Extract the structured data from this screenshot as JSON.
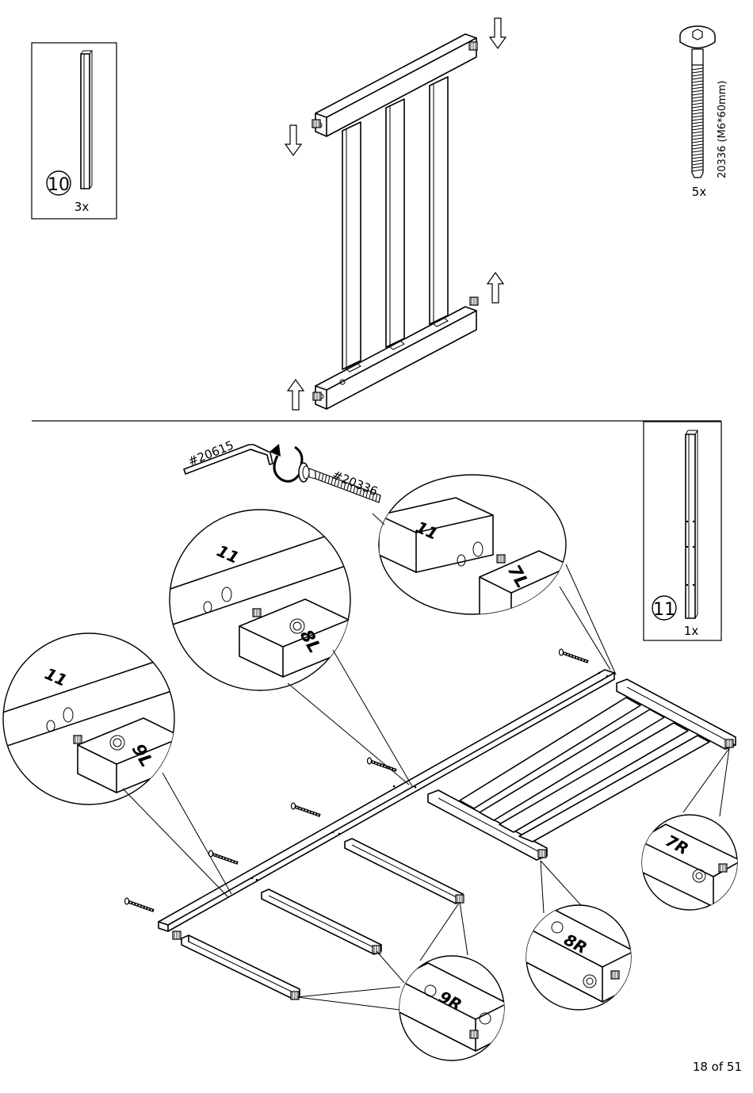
{
  "page": {
    "number": "18 of 51"
  },
  "top_panel": {
    "part10": {
      "number": "10",
      "qty": "3x"
    },
    "screw": {
      "code": "20336 (M6*60mm)",
      "qty": "5x"
    }
  },
  "bottom_panel": {
    "part11": {
      "number": "11",
      "qty": "1x"
    },
    "wrench_code": "#20615",
    "bolt_code": "#20336",
    "labels": {
      "rail11_a": "11",
      "rail11_b": "11",
      "rail11_c": "11",
      "p7L": "7L",
      "p8L": "8L",
      "p9L": "9L",
      "p7R": "7R",
      "p8R": "8R",
      "p9R": "9R"
    }
  }
}
